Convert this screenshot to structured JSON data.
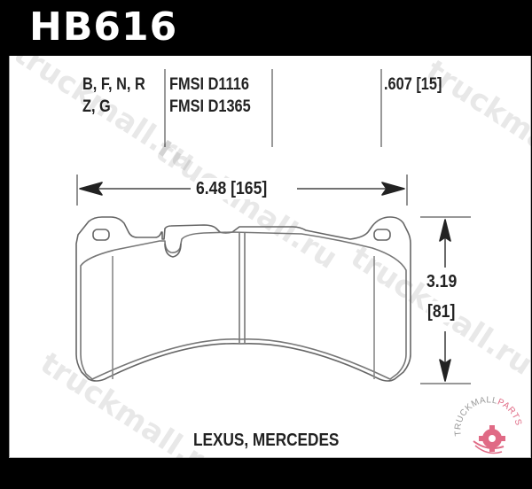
{
  "header": {
    "part_number": "HB616"
  },
  "specs": {
    "compound_codes": [
      "B, F, N, R",
      "Z, G"
    ],
    "fmsi": [
      "FMSI D1116",
      "FMSI D1365"
    ],
    "thickness": ".607 [15]"
  },
  "dimensions": {
    "width": "6.48 [165]",
    "height_in": "3.19",
    "height_mm": "[81]"
  },
  "applications": "LEXUS, MERCEDES",
  "watermark": {
    "text": "truckmall.ru",
    "logo_top": "TRUCKMALL",
    "logo_accent": "PARTS",
    "accent_color": "#e06a85"
  }
}
